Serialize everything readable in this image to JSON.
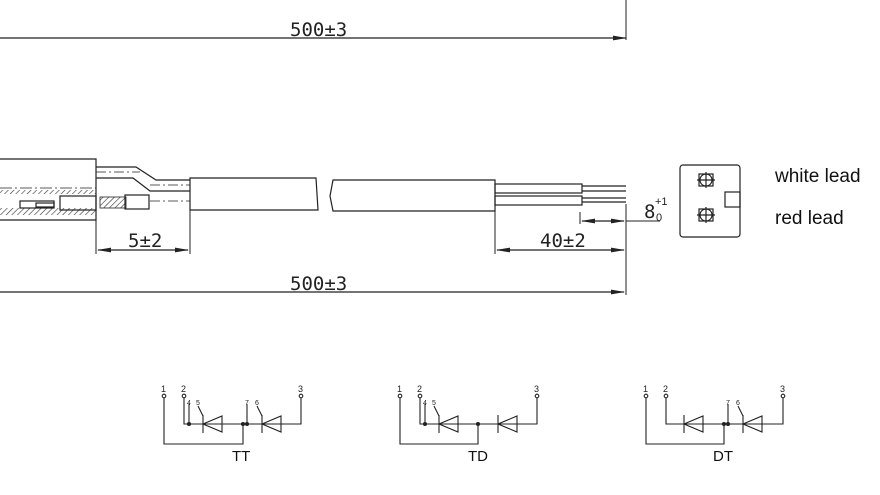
{
  "dimensions": {
    "top_overall": "500±3",
    "strip_left": "5±2",
    "strip_right": "40±2",
    "wire_strip": "8",
    "wire_strip_tol_upper": "+1",
    "wire_strip_tol_lower": "0",
    "bottom_overall": "500±3"
  },
  "connector": {
    "leads": [
      {
        "label": "white lead"
      },
      {
        "label": "red lead"
      }
    ]
  },
  "schematics": [
    {
      "name": "TT",
      "pins": [
        "1",
        "2",
        "4",
        "5",
        "7",
        "6",
        "3"
      ]
    },
    {
      "name": "TD",
      "pins": [
        "1",
        "2",
        "4",
        "5",
        "3"
      ]
    },
    {
      "name": "DT",
      "pins": [
        "1",
        "2",
        "7",
        "6",
        "3"
      ]
    }
  ]
}
